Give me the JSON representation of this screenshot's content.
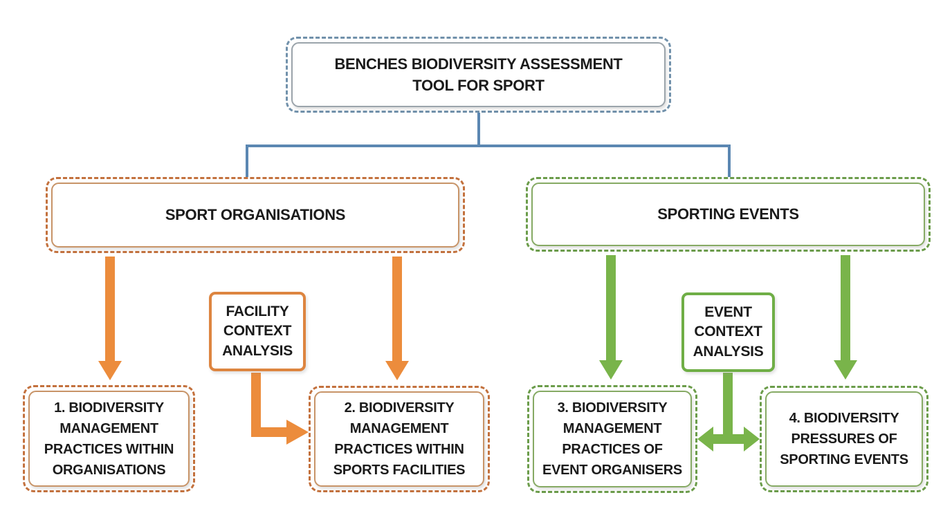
{
  "title": "BENCHES BIODIVERSITY ASSESSMENT TOOL FOR SPORT",
  "branches": {
    "organisations": {
      "label": "SPORT ORGANISATIONS",
      "context_label": "FACILITY CONTEXT ANALYSIS",
      "children": [
        {
          "label": "1. BIODIVERSITY MANAGEMENT PRACTICES WITHIN ORGANISATIONS"
        },
        {
          "label": "2. BIODIVERSITY MANAGEMENT PRACTICES WITHIN SPORTS FACILITIES"
        }
      ]
    },
    "events": {
      "label": "SPORTING EVENTS",
      "context_label": "EVENT CONTEXT ANALYSIS",
      "children": [
        {
          "label": "3. BIODIVERSITY MANAGEMENT PRACTICES OF EVENT ORGANISERS"
        },
        {
          "label": "4. BIODIVERSITY PRESSURES OF SPORTING EVENTS"
        }
      ]
    }
  },
  "colors": {
    "blue_dash": "#7191ab",
    "blue_line": "#5b87b2",
    "gray_inner": "#9ba4ab",
    "orange_dash": "#c3713d",
    "orange_inner": "#c89468",
    "orange_solid": "#dd8540",
    "orange_arrow": "#ec8c3c",
    "green_dash": "#6b9c4a",
    "green_inner": "#86aa64",
    "green_solid": "#6fae46",
    "green_arrow": "#79b44a",
    "text": "#1b1b1b",
    "bg": "#ffffff"
  }
}
